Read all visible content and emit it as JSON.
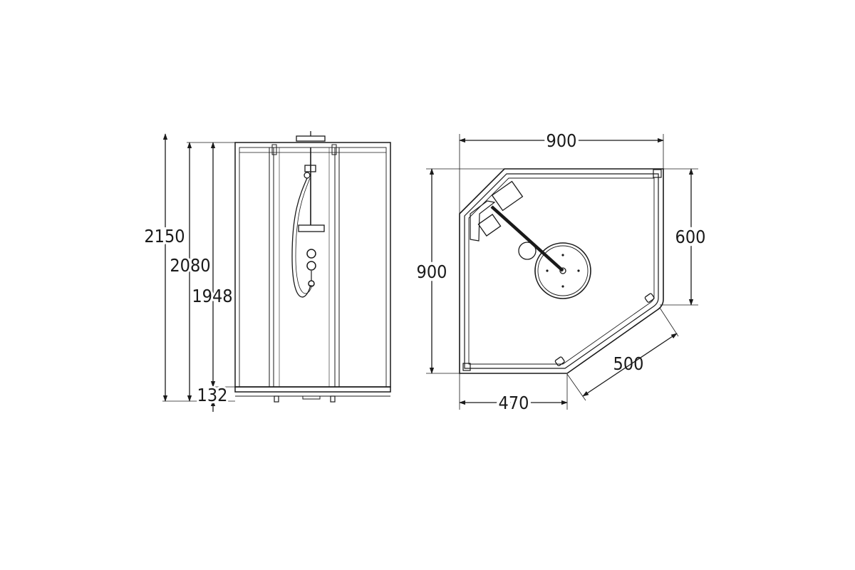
{
  "colors": {
    "line": "#1a1a1a",
    "background": "#ffffff"
  },
  "front_view": {
    "dimensions": {
      "total_height": "2150",
      "door_height": "2080",
      "opening_height": "1948",
      "base_height": "132"
    }
  },
  "plan_view": {
    "dimensions": {
      "top_width": "900",
      "left_depth": "900",
      "right_side": "600",
      "diagonal": "500",
      "bottom_width": "470"
    }
  }
}
